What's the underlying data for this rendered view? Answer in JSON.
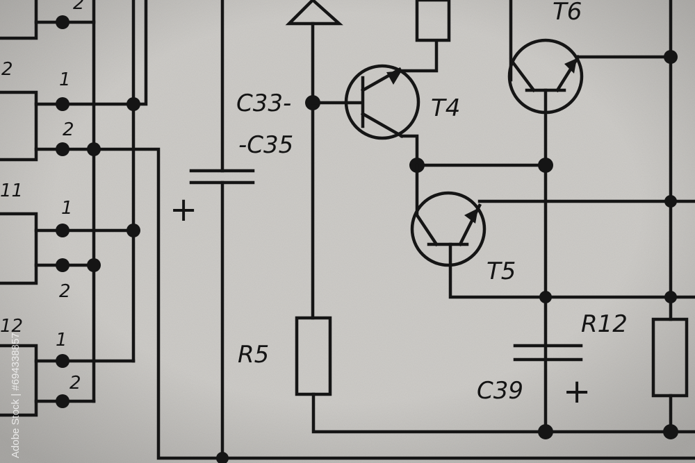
{
  "labels": {
    "c33": "C33-",
    "c35": "-C35",
    "t4": "T4",
    "t5": "T5",
    "t6": "T6",
    "r5": "R5",
    "r12": "R12",
    "c39": "C39",
    "plus_left": "+",
    "plus_right": "+",
    "conn_11": "11",
    "conn_12": "12",
    "conn_2_top": "2"
  },
  "pin_numbers": [
    "2",
    "1",
    "2",
    "1",
    "2",
    "1",
    "2"
  ],
  "watermark": "Adobe Stock | #694338857",
  "colors": {
    "paper": "#c9c7c3",
    "ink": "#151515"
  }
}
